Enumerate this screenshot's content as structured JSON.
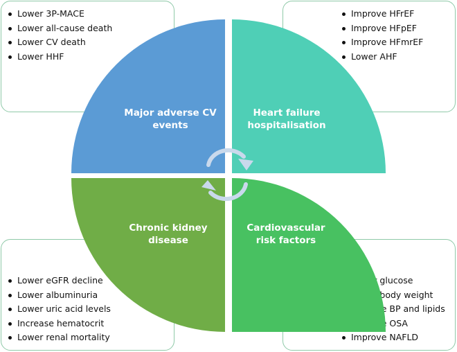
{
  "colors": {
    "mace": "#5b9bd5",
    "heart_failure": "#4fcfb6",
    "ckd": "#70ad47",
    "risk_factors": "#48c161",
    "box_border": "#8fc9a8",
    "cycle_arrows": "#c9d9ec"
  },
  "quadrants": {
    "mace": {
      "label": "Major adverse CV events",
      "line1": "Major adverse CV",
      "line2": "events"
    },
    "heart_failure": {
      "label": "Heart failure hospitalisation",
      "line1": "Heart failure",
      "line2": "hospitalisation"
    },
    "ckd": {
      "label": "Chronic kidney disease",
      "line1": "Chronic kidney",
      "line2": "disease"
    },
    "risk_factors": {
      "label": "Cardiovascular risk factors",
      "line1": "Cardiovascular",
      "line2": "risk factors"
    }
  },
  "boxes": {
    "mace": [
      "Lower 3P-MACE",
      "Lower all-cause death",
      "Lower CV death",
      "Lower HHF"
    ],
    "heart_failure": [
      "Improve HFrEF",
      "Improve HFpEF",
      "Improve HFmrEF",
      "Lower AHF"
    ],
    "ckd": [
      "Lower eGFR decline",
      "Lower albuminuria",
      "Lower uric acid levels",
      "Increase hematocrit",
      "Lower renal mortality"
    ],
    "risk_factors": [
      "Lower glucose",
      "Lower body weight",
      "Improve BP and lipids",
      "Improve OSA",
      "Improve NAFLD"
    ]
  },
  "icons": {
    "center": "cycle-arrows-icon"
  }
}
